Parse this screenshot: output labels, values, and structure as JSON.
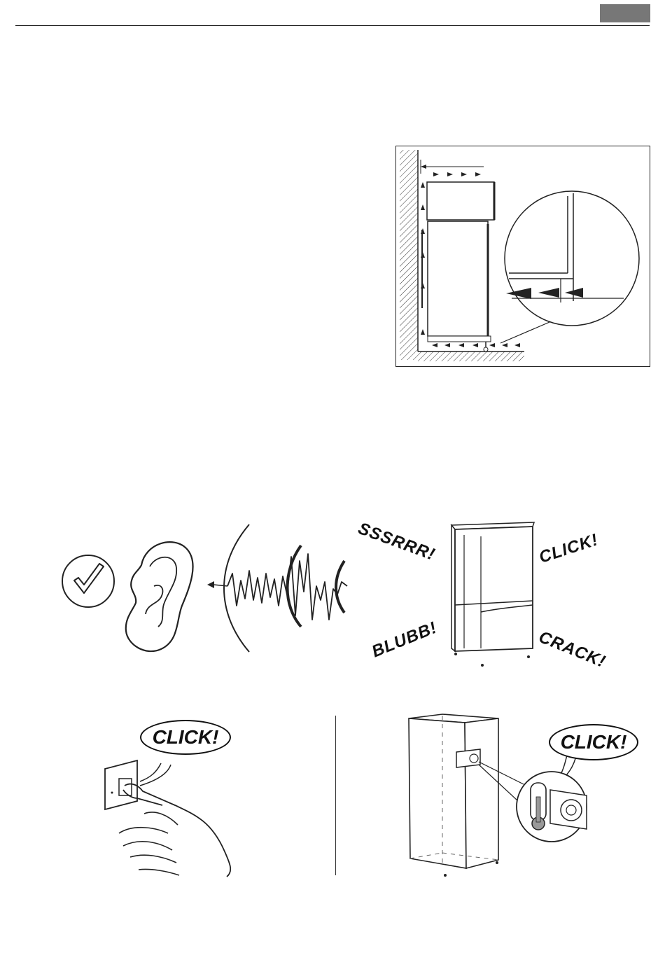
{
  "header": {
    "language_tab_color": "#777777"
  },
  "figure_ventilation": {
    "frame": true
  },
  "figure_sounds": {
    "sounds": [
      "SSSRRR!",
      "CLICK!",
      "BLUBB!",
      "CRACK!"
    ]
  },
  "figure_switch": {
    "bubble_text": "CLICK!"
  },
  "figure_thermostat": {
    "bubble_text": "CLICK!"
  }
}
